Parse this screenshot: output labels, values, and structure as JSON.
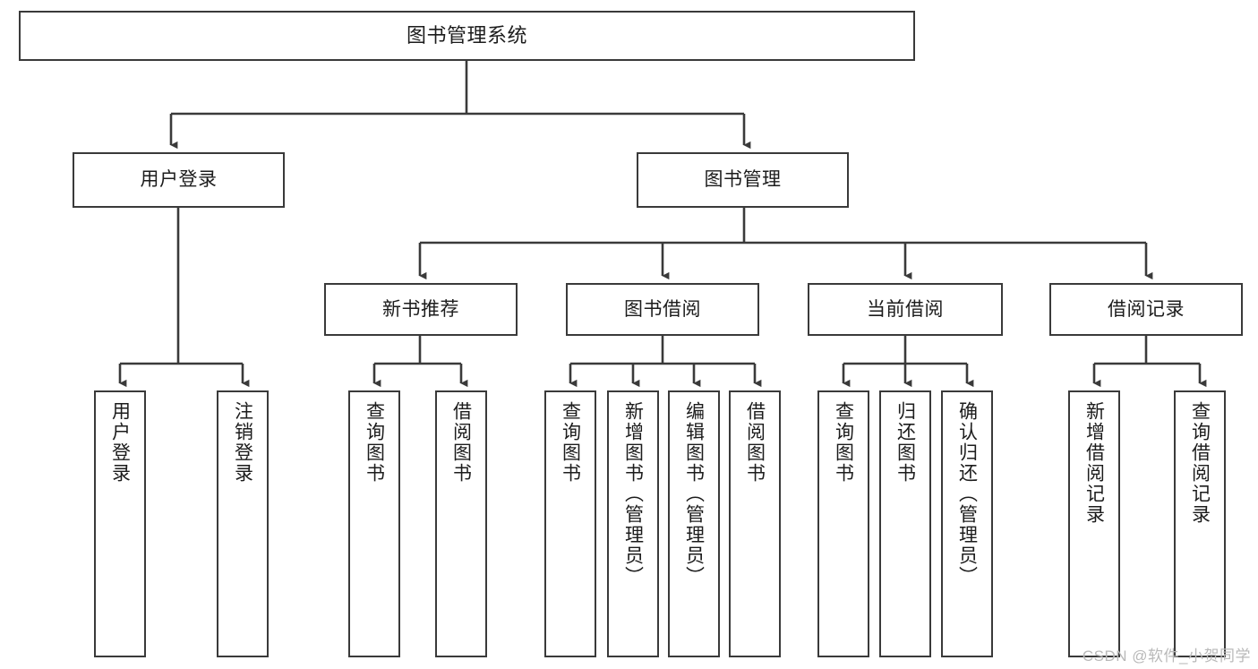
{
  "diagram": {
    "title": "图书管理系统",
    "type": "functional-structure-tree",
    "root": {
      "id": "root",
      "label": "图书管理系统"
    },
    "level2": [
      {
        "id": "user-login",
        "label": "用户登录"
      },
      {
        "id": "book-manage",
        "label": "图书管理"
      }
    ],
    "level3": [
      {
        "id": "new-book-recommend",
        "label": "新书推荐"
      },
      {
        "id": "book-borrow",
        "label": "图书借阅"
      },
      {
        "id": "current-borrow",
        "label": "当前借阅"
      },
      {
        "id": "borrow-record",
        "label": "借阅记录"
      }
    ],
    "leaves": {
      "user_login": [
        {
          "id": "leaf-user-login",
          "label": "用户登录"
        },
        {
          "id": "leaf-logout-login",
          "label": "注销登录"
        }
      ],
      "new_book_recommend": [
        {
          "id": "leaf-query-book-1",
          "label": "查询图书"
        },
        {
          "id": "leaf-borrow-book-1",
          "label": "借阅图书"
        }
      ],
      "book_borrow": [
        {
          "id": "leaf-query-book-2",
          "label": "查询图书"
        },
        {
          "id": "leaf-add-book",
          "label": "新增图书（管理员）"
        },
        {
          "id": "leaf-edit-book",
          "label": "编辑图书（管理员）"
        },
        {
          "id": "leaf-borrow-book-2",
          "label": "借阅图书"
        }
      ],
      "current_borrow": [
        {
          "id": "leaf-query-book-3",
          "label": "查询图书"
        },
        {
          "id": "leaf-return-book",
          "label": "归还图书"
        },
        {
          "id": "leaf-confirm-return",
          "label": "确认归还（管理员）"
        }
      ],
      "borrow_record": [
        {
          "id": "leaf-add-record",
          "label": "新增借阅记录"
        },
        {
          "id": "leaf-query-record",
          "label": "查询借阅记录"
        }
      ]
    }
  },
  "watermark": {
    "text": "CSDN @软件_小贺同学"
  },
  "colors": {
    "stroke": "#3a3a3a",
    "background": "#ffffff",
    "text": "#1c1c1c",
    "watermark": "#b9b9b9"
  }
}
